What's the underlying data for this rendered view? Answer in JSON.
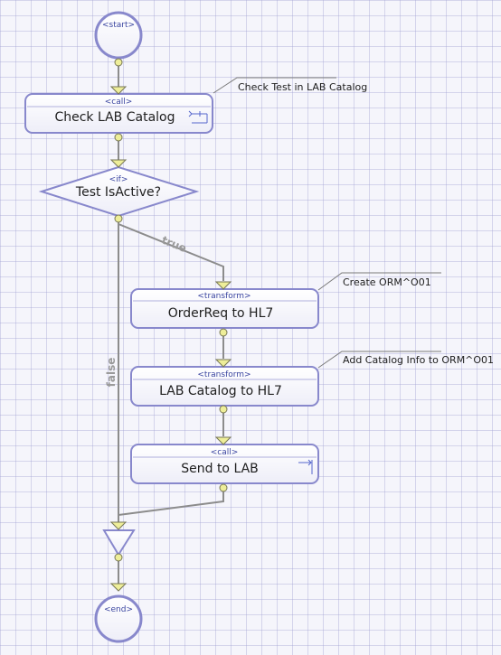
{
  "nodes": {
    "start": {
      "type_label": "<start>"
    },
    "check_lab_catalog": {
      "type_label": "<call>",
      "label": "Check LAB Catalog"
    },
    "if_active": {
      "type_label": "<if>",
      "label": "Test IsActive?"
    },
    "orderreq_to_hl7": {
      "type_label": "<transform>",
      "label": "OrderReq to HL7"
    },
    "lab_catalog_to_hl7": {
      "type_label": "<transform>",
      "label": "LAB Catalog to HL7"
    },
    "send_to_lab": {
      "type_label": "<call>",
      "label": "Send to LAB"
    },
    "end": {
      "type_label": "<end>"
    }
  },
  "annotations": {
    "check_catalog": "Check Test in LAB Catalog",
    "create_orm": "Create ORM^O01",
    "add_catalog": "Add Catalog Info to ORM^O01"
  },
  "edges": {
    "true_label": "true",
    "false_label": "false"
  },
  "colors": {
    "node_border": "#8888cc",
    "node_fill": "#ffffff",
    "port_fill": "#eeee99",
    "connector": "#8c8c8c"
  }
}
